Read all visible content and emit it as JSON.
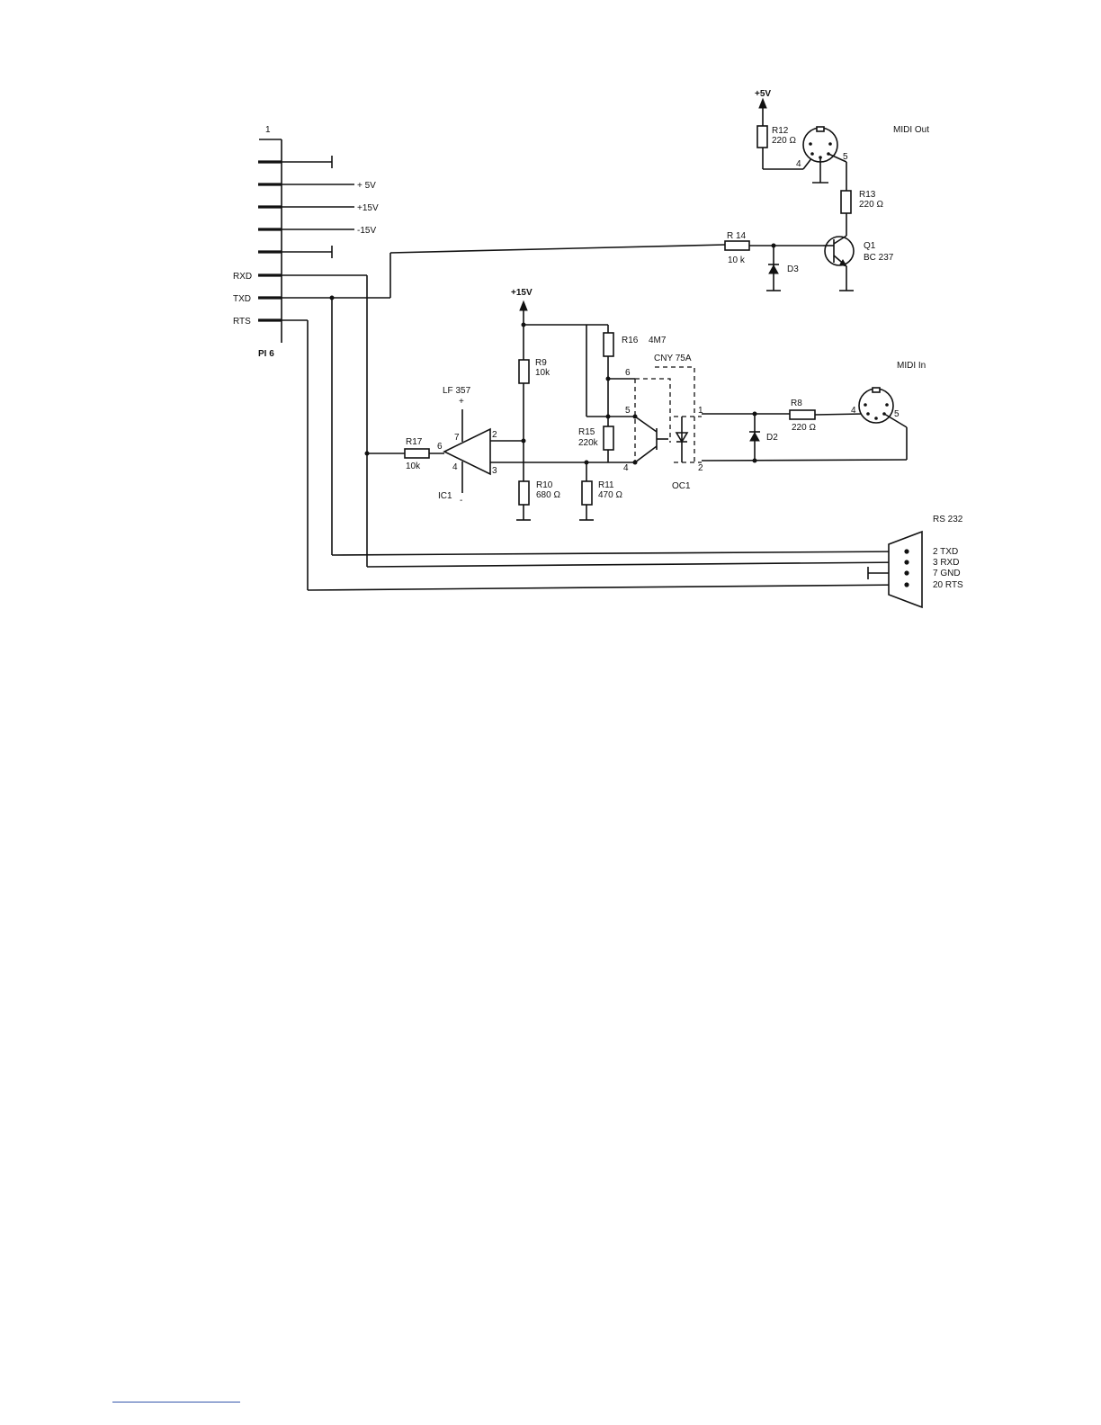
{
  "header_connector": {
    "name": "PI 6",
    "pin_1": "1",
    "rails": {
      "plus5": "+ 5V",
      "plus15": "+15V",
      "minus15": "-15V"
    },
    "signals": {
      "rxd": "RXD",
      "txd": "TXD",
      "rts": "RTS"
    }
  },
  "midi_out": {
    "title": "MIDI Out",
    "supply": "+5V",
    "R12": {
      "ref": "R12",
      "value": "220 Ω"
    },
    "R13": {
      "ref": "R13",
      "value": "220 Ω"
    },
    "R14": {
      "ref": "R 14",
      "value": "10 k"
    },
    "D3": "D3",
    "Q1": {
      "ref": "Q1",
      "value": "BC 237"
    },
    "pin4": "4",
    "pin5": "5"
  },
  "midi_in": {
    "title": "MIDI In",
    "supply": "+15V",
    "R8": {
      "ref": "R8",
      "value": "220 Ω"
    },
    "R9": {
      "ref": "R9",
      "value": "10k"
    },
    "R10": {
      "ref": "R10",
      "value": "680 Ω"
    },
    "R11": {
      "ref": "R11",
      "value": "470 Ω"
    },
    "R15": {
      "ref": "R15",
      "value": "220k"
    },
    "R16": {
      "ref": "R16",
      "value": "4M7"
    },
    "R17": {
      "ref": "R17",
      "value": "10k"
    },
    "D2": "D2",
    "optocoupler": {
      "type": "CNY 75A",
      "ref": "OC1",
      "pins": {
        "p1": "1",
        "p2": "2",
        "p4": "4",
        "p5": "5",
        "p6": "6"
      }
    },
    "opamp": {
      "type": "LF 357",
      "ref": "IC1",
      "plus": "+",
      "minus": "-",
      "pins": {
        "p2": "2",
        "p3": "3",
        "p4": "4",
        "p6": "6",
        "p7": "7"
      }
    },
    "din_pin4": "4",
    "din_pin5": "5"
  },
  "rs232": {
    "title": "RS 232",
    "pins": [
      "2  TXD",
      "3  RXD",
      "7  GND",
      "20 RTS"
    ]
  }
}
